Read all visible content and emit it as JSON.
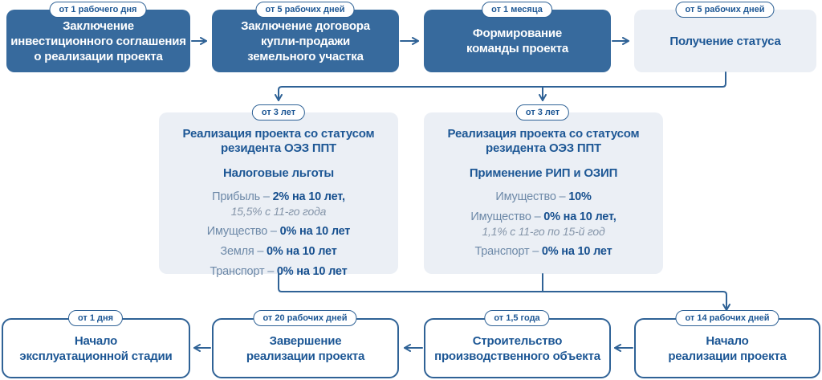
{
  "colors": {
    "dark_box_fill": "#376a9d",
    "light_box_fill": "#ebeff5",
    "line_blue": "#2f6296",
    "heading_blue": "#1d5795",
    "value_blue": "#17508f",
    "muted_label": "#6d89a8",
    "note_gray": "#8595a9"
  },
  "top_row": [
    {
      "badge": "от 1 рабочего дня",
      "lines": [
        "Заключение",
        "инвестиционного соглашения",
        "о реализации проекта"
      ]
    },
    {
      "badge": "от 5 рабочих дней",
      "lines": [
        "Заключение договора",
        "купли-продажи",
        "земельного участка"
      ]
    },
    {
      "badge": "от 1 месяца",
      "lines": [
        "Формирование",
        "команды проекта"
      ]
    },
    {
      "badge": "от 5 рабочих дней",
      "lines": [
        "Получение статуса"
      ]
    }
  ],
  "middle_row": [
    {
      "badge": "от 3 лет",
      "title_lines": [
        "Реализация проекта со статусом",
        "резидента ОЭЗ ППТ"
      ],
      "subtitle": "Налоговые льготы",
      "items": [
        {
          "label": "Прибыль – ",
          "value": "2% на 10 лет,",
          "note": "15,5% с 11-го года"
        },
        {
          "label": "Имущество – ",
          "value": "0% на 10 лет"
        },
        {
          "label": "Земля – ",
          "value": "0% на 10 лет"
        },
        {
          "label": "Транспорт – ",
          "value": "0% на 10 лет"
        }
      ]
    },
    {
      "badge": "от 3 лет",
      "title_lines": [
        "Реализация проекта со статусом",
        "резидента ОЭЗ ППТ"
      ],
      "subtitle": "Применение РИП и ОЗИП",
      "items": [
        {
          "label": "Имущество – ",
          "value": "10%"
        },
        {
          "label": "Имущество – ",
          "value": "0% на 10 лет,",
          "note": "1,1% с 11-го по 15-й год"
        },
        {
          "label": "Транспорт – ",
          "value": "0% на 10 лет"
        }
      ]
    }
  ],
  "bottom_row": [
    {
      "badge": "от 1 дня",
      "lines": [
        "Начало",
        "эксплуатационной стадии"
      ]
    },
    {
      "badge": "от 20 рабочих дней",
      "lines": [
        "Завершение",
        "реализации проекта"
      ]
    },
    {
      "badge": "от 1,5 года",
      "lines": [
        "Строительство",
        "производственного объекта"
      ]
    },
    {
      "badge": "от 14 рабочих дней",
      "lines": [
        "Начало",
        "реализации проекта"
      ]
    }
  ]
}
